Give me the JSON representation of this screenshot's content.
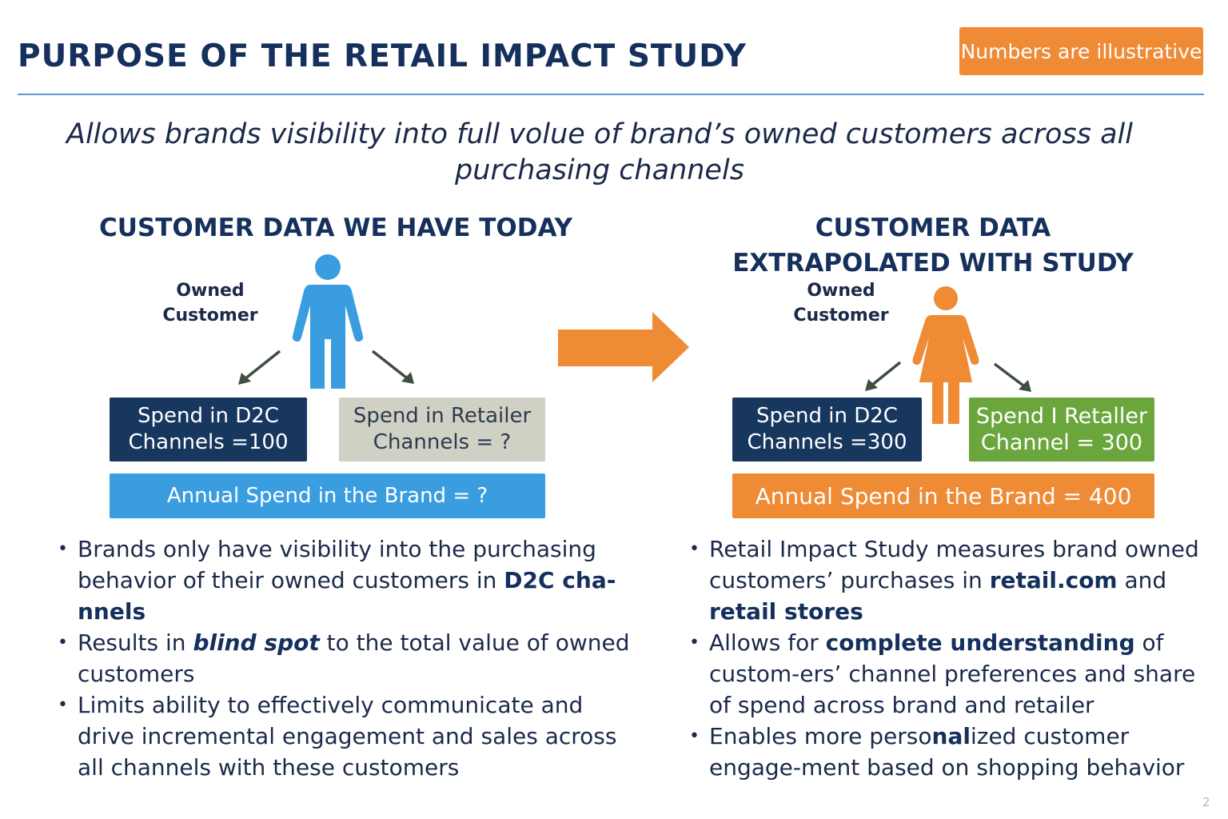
{
  "header": {
    "title": "PURPOSE OF THE RETAIL IMPACT STUDY",
    "badge": "Numbers are illustrative"
  },
  "subtitle": "Allows brands visibility into full volue of brand’s owned customers across all purchasing channels",
  "left": {
    "heading": "CUSTOMER DATA WE HAVE TODAY",
    "owned_label": "Owned\nCustomer",
    "figure_icon": "person-male-icon",
    "figure_color": "#3a9de0",
    "box_d2c": "Spend in D2C\nChannels =100",
    "box_retailer": "Spend in Retailer\nChannels = ?",
    "box_annual": "Annual Spend in the Brand = ?",
    "bullets": [
      {
        "pre": "Brands only have visibility into the purchasing behavior of their owned customers in ",
        "bold": "D2C cha-nnels",
        "post": ""
      },
      {
        "pre": "Results in ",
        "bold": "blind spot",
        "post": " to the total value of owned customers"
      },
      {
        "pre": "Limits ability to effectively communicate and drive incremental engagement and sales across all channels with these customers",
        "bold": "",
        "post": ""
      }
    ]
  },
  "arrow_icon": "arrow-right-icon",
  "right": {
    "heading": "CUSTOMER DATA EXTRAPOLATED WITH STUDY",
    "owned_label": "Owned\nCustomer",
    "figure_icon": "person-female-icon",
    "figure_color": "#ef8a35",
    "box_d2c": "Spend in D2C\nChannels =300",
    "box_retailer": "Spend I Retaller\nChannel = 300",
    "box_annual": "Annual Spend in the Brand = 400",
    "bullets": [
      {
        "pre": "Retail Impact Study measures brand owned customers’ purchases in ",
        "bold": "retail.com",
        "mid": " and ",
        "bold2": "retail stores",
        "post": ""
      },
      {
        "pre": "Allows for ",
        "bold": "complete understanding",
        "post": " of custom-ers’ channel preferences and share of spend across brand and retailer"
      },
      {
        "pre": "Enables more perso",
        "bold": "nal",
        "post": "ized customer engage-ment based on shopping behavior"
      }
    ]
  },
  "page_number": "2",
  "colors": {
    "navy": "#17375f",
    "blue": "#3a9de0",
    "orange": "#ef8a35",
    "green": "#6aa63c",
    "grey": "#cfd1c5"
  }
}
